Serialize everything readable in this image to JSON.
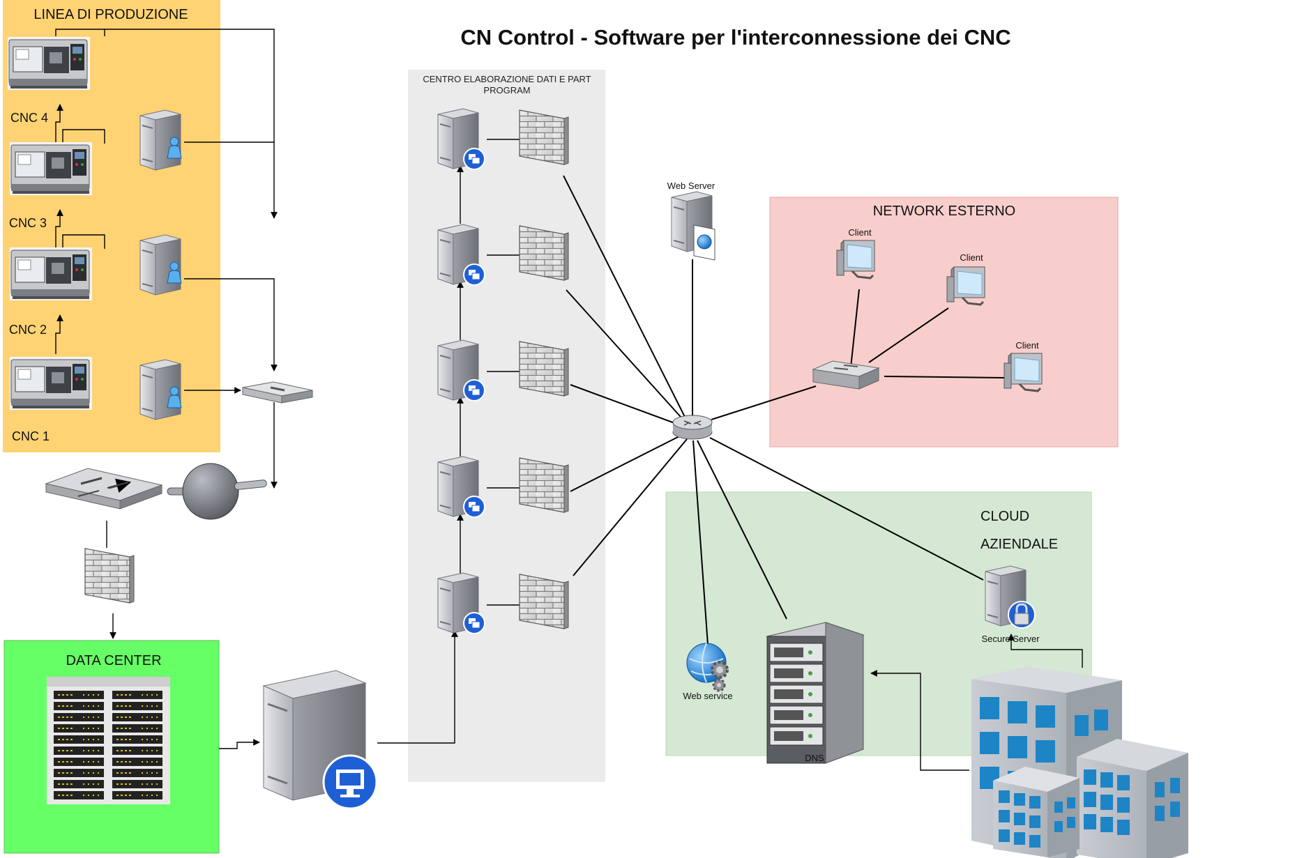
{
  "title": "CN Control - Software per l'interconnessione dei CNC",
  "zones": {
    "production_line": "LINEA DI PRODUZIONE",
    "data_center": "DATA CENTER",
    "processing_center": "CENTRO ELABORAZIONE DATI E PART PROGRAM",
    "external_network": "NETWORK ESTERNO",
    "cloud_line1": "CLOUD",
    "cloud_line2": "AZIENDALE"
  },
  "cnc_machines": [
    "CNC 4",
    "CNC 3",
    "CNC 2",
    "CNC 1"
  ],
  "nodes": {
    "web_server": "Web Server",
    "client_1": "Client",
    "client_2": "Client",
    "client_3": "Client",
    "web_service": "Web service",
    "dns": "DNS",
    "secure_server": "Secure Server"
  },
  "colors": {
    "production_zone": "#ffd374",
    "data_center_zone": "#66ff66",
    "processing_zone": "#ebebeb",
    "external_zone": "#f8cecc",
    "cloud_zone": "#d5e8d4",
    "icon_blue": "#1f5fd6"
  }
}
